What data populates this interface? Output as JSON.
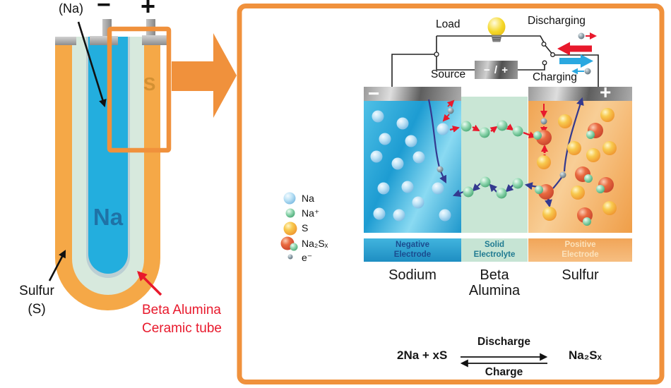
{
  "left_panel": {
    "na_label": "(Na)",
    "minus": "−",
    "plus": "+",
    "na_core_label": "Na",
    "s_core_label": "S",
    "sulfur_line1": "Sulfur",
    "sulfur_line2": "(S)",
    "beta_line1": "Beta Alumina",
    "beta_line2": "Ceramic tube"
  },
  "circuit": {
    "load": "Load",
    "source": "Source",
    "discharging": "Discharging",
    "charging": "Charging",
    "battery_label": "− / +"
  },
  "cell": {
    "minus": "−",
    "plus": "+",
    "negative_electrode": [
      "Negative",
      "Electrode"
    ],
    "solid_electrolyte": [
      "Solid",
      "Electrolyte"
    ],
    "positive_electrode": [
      "Positive",
      "Electrode"
    ],
    "sodium": "Sodium",
    "beta_alumina": [
      "Beta",
      "Alumina"
    ],
    "sulfur": "Sulfur"
  },
  "legend": {
    "items": [
      {
        "key": "na",
        "label": "Na"
      },
      {
        "key": "na_plus",
        "label": "Na⁺"
      },
      {
        "key": "s",
        "label": "S"
      },
      {
        "key": "compound",
        "label": "Na₂Sₓ"
      },
      {
        "key": "electron",
        "label": "e⁻"
      }
    ]
  },
  "equation": {
    "lhs": "2Na + xS",
    "forward": "Discharge",
    "reverse": "Charge",
    "rhs": "Na₂Sₓ"
  },
  "colors": {
    "accent-orange": "#F0913C",
    "tube-orange": "#F5A847",
    "mint": "#D7E9DD",
    "na-blue": "#23AEDE",
    "red": "#E8192C",
    "navy": "#34398F",
    "blue-arrow": "#2BA8E0",
    "na-text": "#1F72A6",
    "s-text": "#D39032"
  },
  "particles": {
    "na": [
      [
        535,
        165
      ],
      [
        570,
        175
      ],
      [
        545,
        197
      ],
      [
        582,
        200
      ],
      [
        627,
        183
      ],
      [
        533,
        222
      ],
      [
        563,
        232
      ],
      [
        593,
        223
      ],
      [
        543,
        267
      ],
      [
        577,
        265
      ],
      [
        620,
        267
      ],
      [
        592,
        287
      ],
      [
        537,
        303
      ],
      [
        565,
        305
      ],
      [
        630,
        305
      ]
    ],
    "na_plus": [
      [
        660,
        179
      ],
      [
        686,
        188
      ],
      [
        711,
        178
      ],
      [
        733,
        186
      ],
      [
        663,
        272
      ],
      [
        687,
        258
      ],
      [
        710,
        274
      ],
      [
        733,
        260
      ]
    ],
    "s": [
      [
        800,
        172
      ],
      [
        860,
        163
      ],
      [
        813,
        210
      ],
      [
        863,
        210
      ],
      [
        770,
        230
      ],
      [
        840,
        220
      ],
      [
        818,
        273
      ],
      [
        778,
        303
      ],
      [
        863,
        295
      ]
    ],
    "compound": [
      [
        770,
        195,
        -9,
        -3
      ],
      [
        843,
        185,
        -7,
        6
      ],
      [
        825,
        247,
        8,
        6
      ],
      [
        858,
        262,
        -8,
        6
      ],
      [
        773,
        272,
        -10,
        -3
      ],
      [
        828,
        305,
        3,
        9
      ]
    ],
    "electron": [
      [
        638,
        157
      ],
      [
        623,
        240
      ],
      [
        770,
        172
      ],
      [
        797,
        248
      ],
      [
        823,
        51
      ],
      [
        832,
        101
      ]
    ]
  }
}
